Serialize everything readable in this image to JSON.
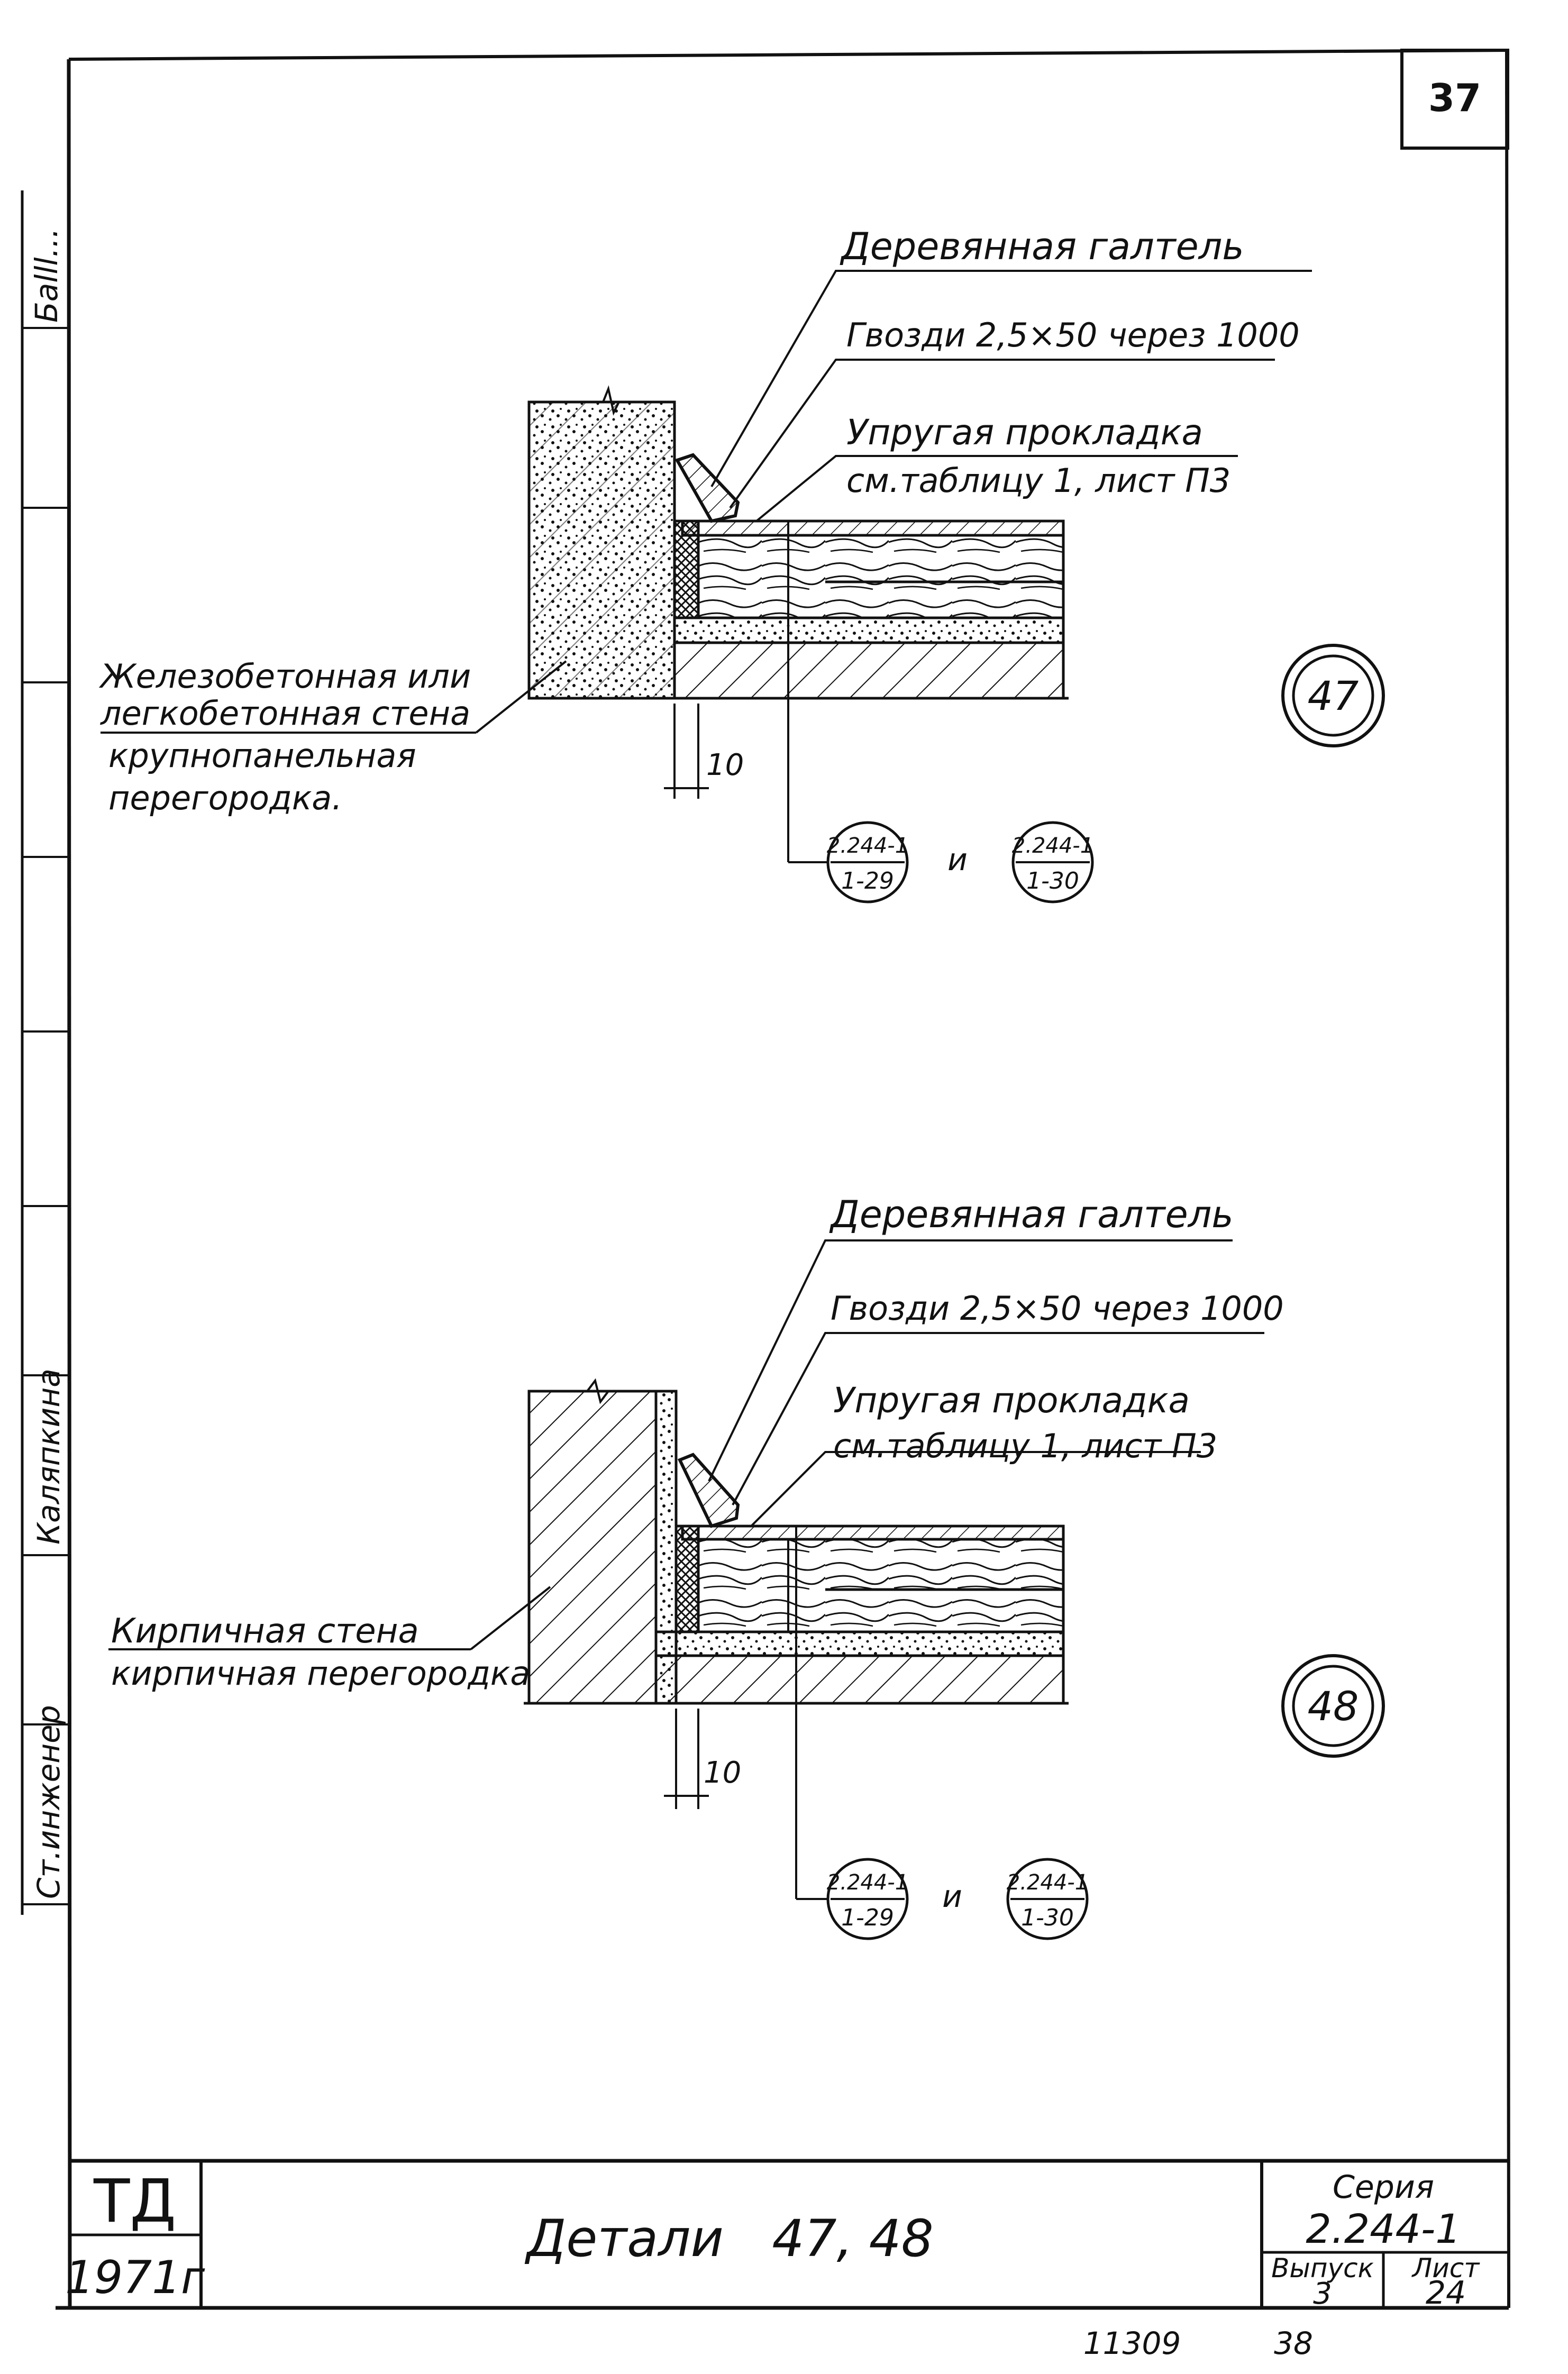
{
  "sheet": {
    "page_number": "37",
    "side_labels": {
      "top": "Бalll...",
      "middle": "Каляпкина",
      "bottom": "Ст.инженер"
    },
    "bottom_codes": {
      "left": "11309",
      "right": "38"
    }
  },
  "detail_47": {
    "marker": "47",
    "label_fillet": "Деревянная галтель",
    "label_nails": "Гвозди 2,5×50 через 1000",
    "label_gasket": "Упругая прокладка",
    "label_gasket_ref": "см.таблицу 1, лист П3",
    "wall_label_1": "Железобетонная или",
    "wall_label_2": "легкобетонная стена",
    "wall_label_3": "крупнопанельная",
    "wall_label_4": "перегородка.",
    "dimension": "10",
    "ref_left_top": "2.244-1",
    "ref_left_bottom": "1-29",
    "ref_conj": "и",
    "ref_right_top": "2.244-1",
    "ref_right_bottom": "1-30"
  },
  "detail_48": {
    "marker": "48",
    "label_fillet": "Деревянная галтель",
    "label_nails": "Гвозди 2,5×50 через 1000",
    "label_gasket": "Упругая прокладка",
    "label_gasket_ref": "см.таблицу 1, лист П3",
    "wall_label_1": "Кирпичная стена",
    "wall_label_2": "кирпичная перегородка",
    "dimension": "10",
    "ref_left_top": "2.244-1",
    "ref_left_bottom": "1-29",
    "ref_conj": "и",
    "ref_right_top": "2.244-1",
    "ref_right_bottom": "1-30"
  },
  "title_block": {
    "org": "ТД",
    "year": "1971г",
    "title": "Детали   47, 48",
    "series_label": "Серия",
    "series_value": "2.244-1",
    "issue_label": "Выпуск",
    "issue_value": "3",
    "sheet_label": "Лист",
    "sheet_value": "24"
  }
}
